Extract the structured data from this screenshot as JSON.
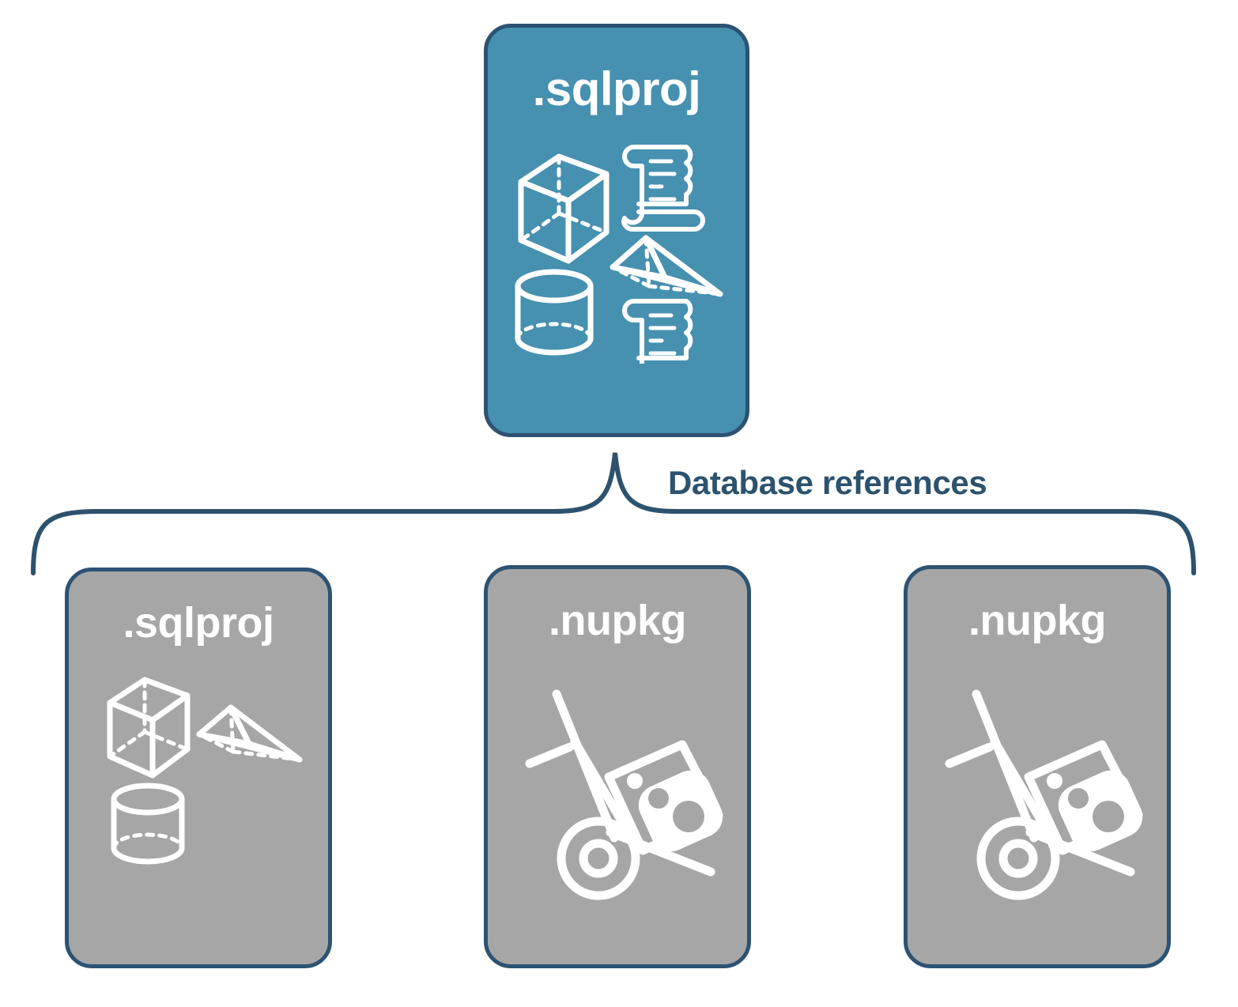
{
  "diagram": {
    "title_text": "Database references",
    "colors": {
      "node_blue": "#4690b0",
      "node_gray": "#a6a6a6",
      "border_navy": "#2d5272",
      "label_navy": "#2c526e",
      "icon_white": "#ffffff",
      "background": "#ffffff"
    },
    "root": {
      "label": ".sqlproj",
      "fill": "#4690b0",
      "icons": [
        "cube-icon",
        "script-scroll-icon",
        "pyramid-icon",
        "cylinder-icon",
        "script-scroll-icon"
      ]
    },
    "connector": {
      "type": "curly-brace",
      "label": "Database references"
    },
    "children": [
      {
        "label": ".sqlproj",
        "fill": "#a6a6a6",
        "icons": [
          "cube-icon",
          "pyramid-icon",
          "cylinder-icon"
        ]
      },
      {
        "label": ".nupkg",
        "fill": "#a6a6a6",
        "icons": [
          "nuget-package-handtruck-icon"
        ]
      },
      {
        "label": ".nupkg",
        "fill": "#a6a6a6",
        "icons": [
          "nuget-package-handtruck-icon"
        ]
      }
    ]
  }
}
